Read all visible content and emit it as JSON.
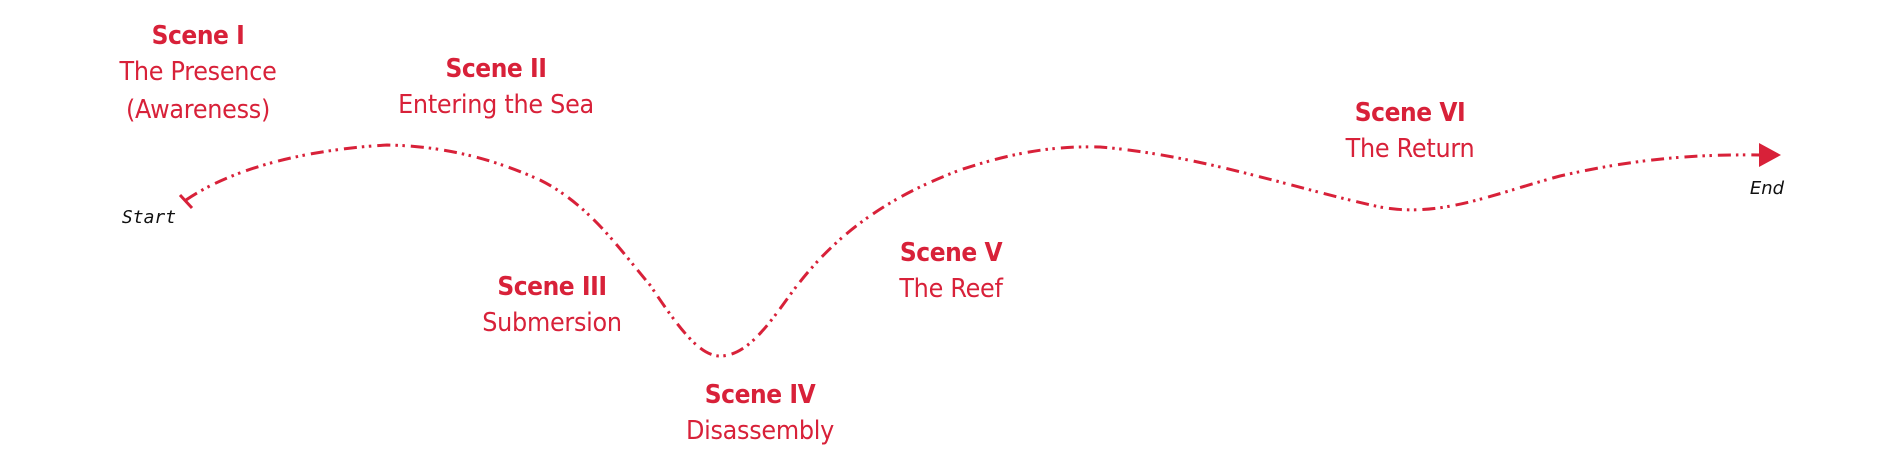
{
  "diagram": {
    "accent_color": "#d82139",
    "start_label": "Start",
    "end_label": "End",
    "path_style": "dash-dot-dot",
    "scenes": [
      {
        "number": "Scene I",
        "name_lines": [
          "The Presence",
          "(Awareness)"
        ],
        "level": "high"
      },
      {
        "number": "Scene II",
        "name_lines": [
          "Entering the Sea"
        ],
        "level": "high"
      },
      {
        "number": "Scene III",
        "name_lines": [
          "Submersion"
        ],
        "level": "descending"
      },
      {
        "number": "Scene IV",
        "name_lines": [
          "Disassembly"
        ],
        "level": "lowest"
      },
      {
        "number": "Scene V",
        "name_lines": [
          "The Reef"
        ],
        "level": "ascending"
      },
      {
        "number": "Scene VI",
        "name_lines": [
          "The Return"
        ],
        "level": "high"
      }
    ]
  }
}
